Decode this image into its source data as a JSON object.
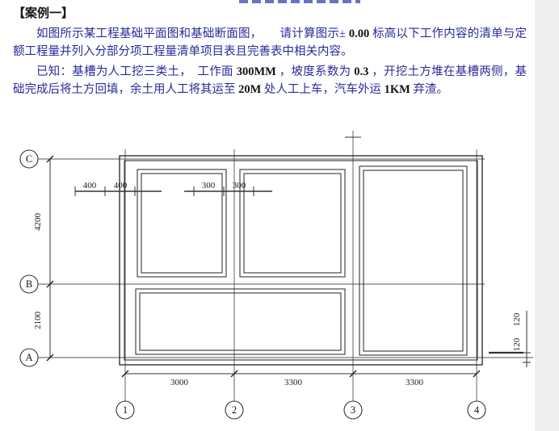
{
  "document": {
    "heading": "【案例一】",
    "para1": [
      {
        "text": "如图所示某工程基础平面图和基础断面图，　　请计算图示±"
      },
      {
        "text": " 0.00 "
      },
      {
        "text": "标高以下工作内容的清单与定额工程量并列入分部分项工程量清单项目表且完善表中相关内容。"
      }
    ],
    "para2": [
      {
        "text": "已知：基槽为人工挖三类土，　工作面"
      },
      {
        "text": " 300MM "
      },
      {
        "text": "，坡度系数为"
      },
      {
        "text": " 0.3 "
      },
      {
        "text": "，开挖土方堆在基槽两侧，基础完成后将土方回填，余土用人工将其运至"
      },
      {
        "text": " 20M "
      },
      {
        "text": "处人工上车，汽车外运"
      },
      {
        "text": " 1KM "
      },
      {
        "text": "弃渣。"
      }
    ]
  },
  "drawing": {
    "row_axes": [
      "C",
      "B",
      "A"
    ],
    "col_axes": [
      "1",
      "2",
      "3",
      "4"
    ],
    "dims": {
      "top_left_pair": [
        "400",
        "400"
      ],
      "top_mid_pair": [
        "300",
        "300"
      ],
      "left": [
        "4200",
        "2100"
      ],
      "bottom": [
        "3000",
        "3300",
        "3300"
      ],
      "right": [
        "120",
        "120"
      ]
    }
  },
  "colors": {
    "body_text": "#2a2a9c",
    "numbers": "#111111",
    "line": "#333333"
  }
}
